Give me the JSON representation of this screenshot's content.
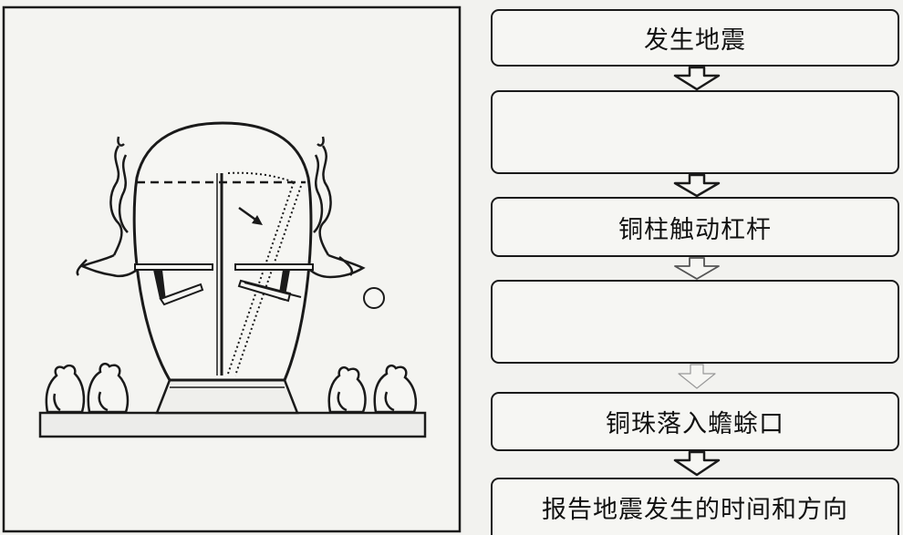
{
  "flowchart": {
    "steps": [
      {
        "text": "发生地震"
      },
      {
        "text": ""
      },
      {
        "text": "铜柱触动杠杆"
      },
      {
        "text": ""
      },
      {
        "text": "铜珠落入蟾蜍口"
      },
      {
        "text": "报告地震发生的时间和方向"
      }
    ]
  }
}
